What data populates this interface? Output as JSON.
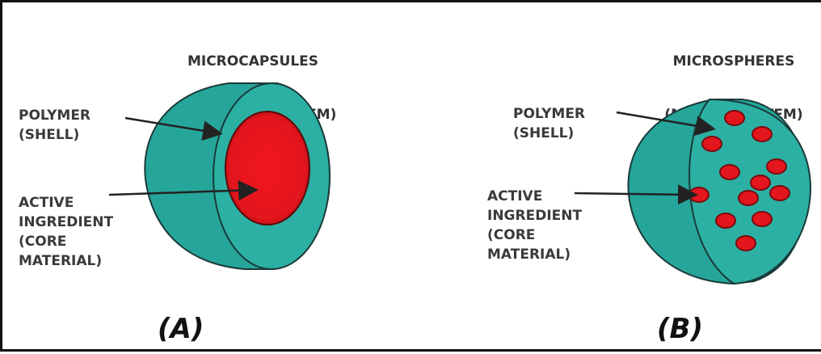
{
  "panel_a": {
    "title_line1": "MICROCAPSULES",
    "title_line2": "(RESERVOIR SYSTEM)",
    "shell_label": "POLYMER\n(SHELL)",
    "core_label": "ACTIVE\nINGREDIENT\n(CORE\nMATERIAL)",
    "letter": "(A)"
  },
  "panel_b": {
    "title_line1": "MICROSPHERES",
    "title_line2": "(MATRIX SYSTEM)",
    "shell_label": "POLYMER\n(SHELL)",
    "core_label": "ACTIVE\nINGREDIENT\n(CORE\nMATERIAL)",
    "letter": "(B)"
  },
  "colors": {
    "shell": "#26a69a",
    "shell_dark": "#1f8f84",
    "shell_face": "#2bb0a3",
    "core": "#e3151d",
    "core_dark": "#8a0d10",
    "outline": "#1a3a3a"
  }
}
